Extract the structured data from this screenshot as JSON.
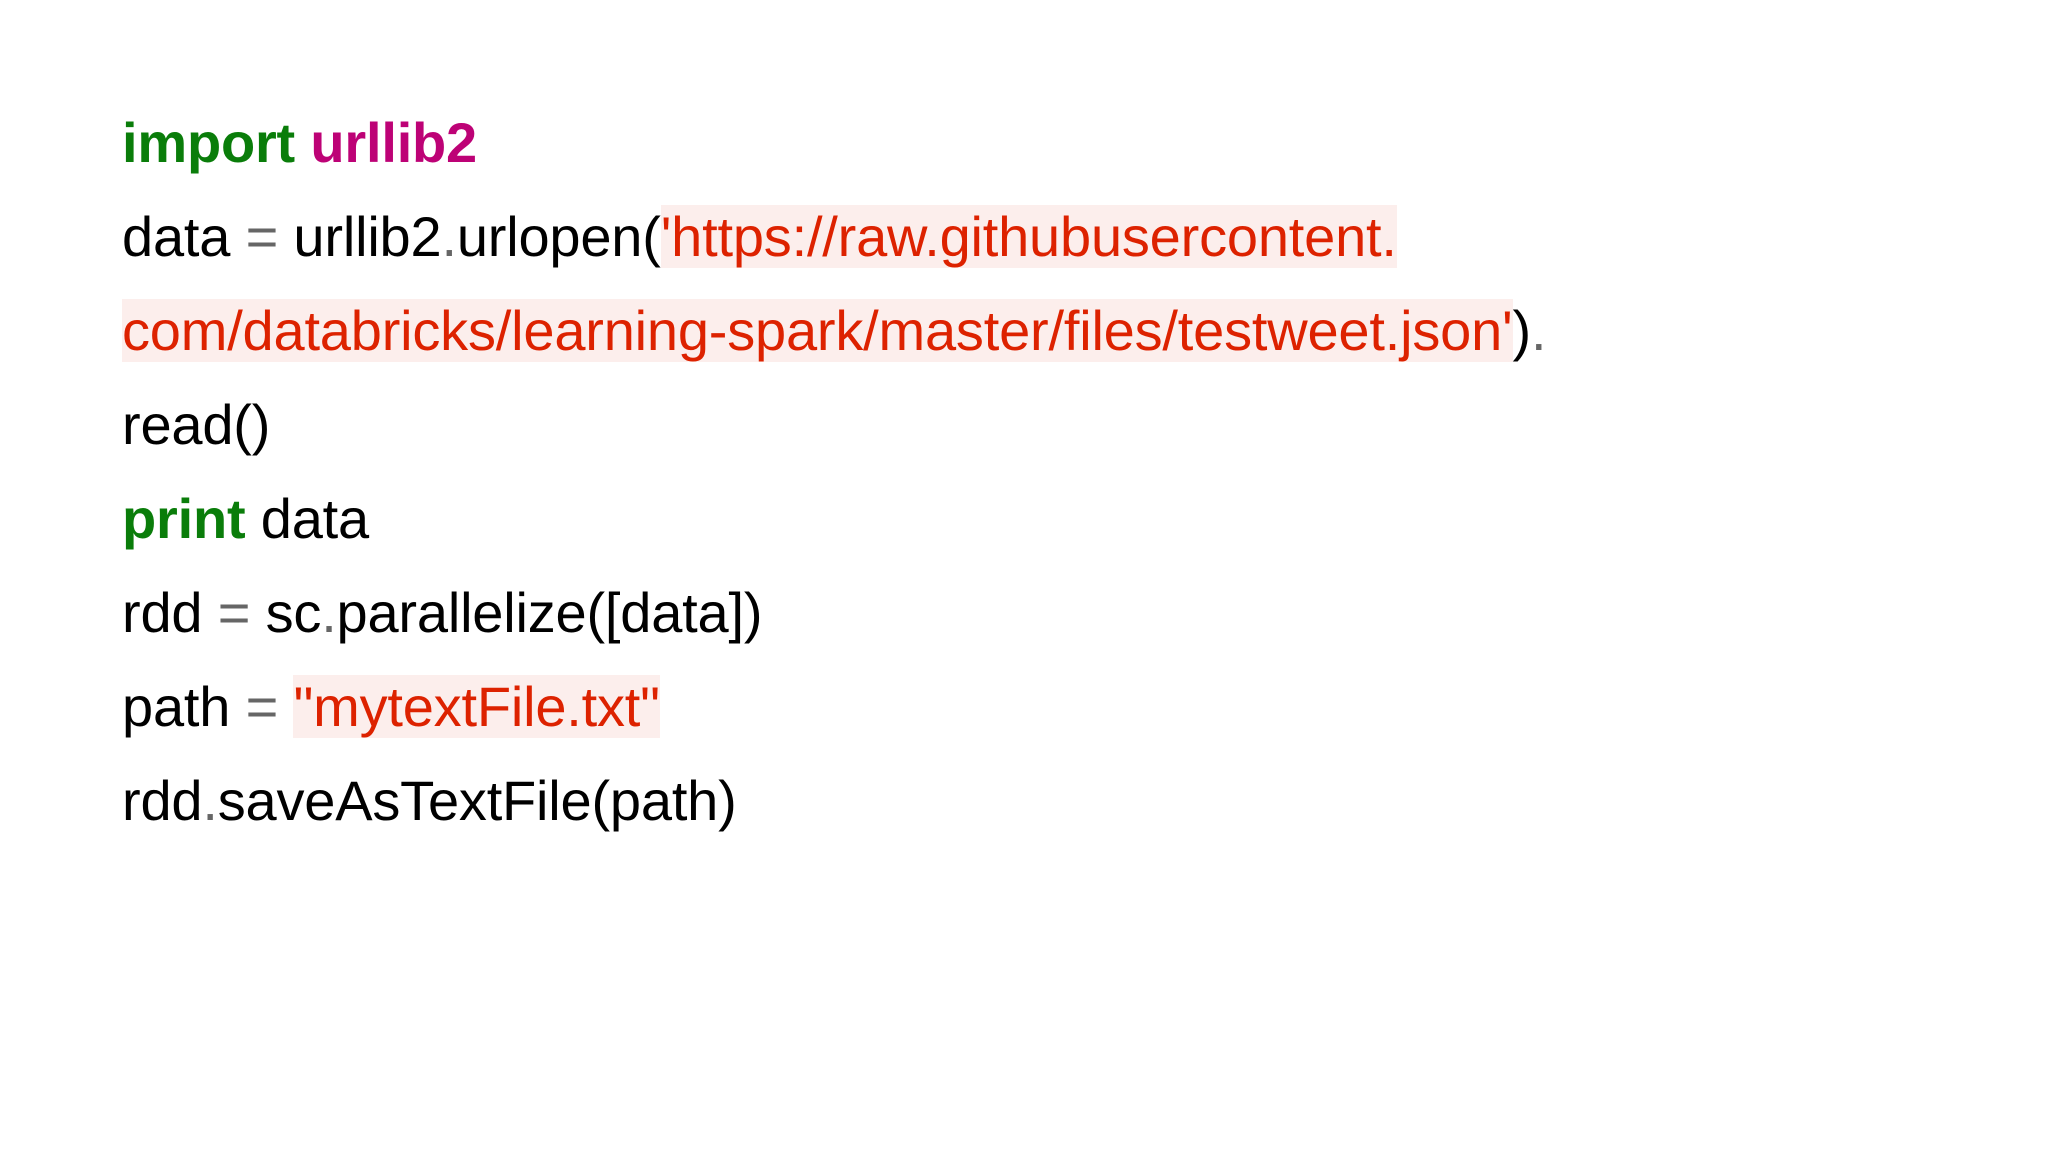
{
  "page": {
    "background_color": "#ffffff",
    "kind": "python-code-snippet",
    "language": "Python 2"
  },
  "colors": {
    "keyword_green": "#0a7d0a",
    "module_magenta": "#bd0276",
    "string_red": "#dd2200",
    "string_highlight_bg": "#fceeec",
    "operator_gray": "#666666",
    "plain_black": "#000000"
  },
  "code": {
    "full_text": "import urllib2\ndata = urllib2.urlopen('https://raw.githubusercontent.com/databricks/learning-spark/master/files/testweet.json').read()\nprint data\nrdd = sc.parallelize([data])\npath = \"mytextFile.txt\"\nrdd.saveAsTextFile(path)",
    "lines": [
      {
        "id": "line-1",
        "tokens": [
          {
            "t": "import",
            "c": "tok-kw"
          },
          {
            "t": " ",
            "c": "tok-plain"
          },
          {
            "t": "urllib2",
            "c": "tok-mod"
          }
        ]
      },
      {
        "id": "line-2",
        "tokens": [
          {
            "t": "data ",
            "c": "tok-plain"
          },
          {
            "t": "=",
            "c": "tok-op"
          },
          {
            "t": " urllib2",
            "c": "tok-plain"
          },
          {
            "t": ".",
            "c": "tok-dot"
          },
          {
            "t": "urlopen(",
            "c": "tok-plain"
          },
          {
            "t": "'https://raw.githubusercontent.",
            "c": "tok-str"
          }
        ]
      },
      {
        "id": "line-3",
        "tokens": [
          {
            "t": "com/databricks/learning-spark/master/files/testweet.json'",
            "c": "tok-str"
          },
          {
            "t": ")",
            "c": "tok-plain"
          },
          {
            "t": ".",
            "c": "tok-dot"
          }
        ]
      },
      {
        "id": "line-4",
        "tokens": [
          {
            "t": "read()",
            "c": "tok-plain"
          }
        ]
      },
      {
        "id": "line-5",
        "tokens": [
          {
            "t": "print",
            "c": "tok-kw"
          },
          {
            "t": " data",
            "c": "tok-plain"
          }
        ]
      },
      {
        "id": "line-6",
        "tokens": [
          {
            "t": "rdd ",
            "c": "tok-plain"
          },
          {
            "t": "=",
            "c": "tok-op"
          },
          {
            "t": " sc",
            "c": "tok-plain"
          },
          {
            "t": ".",
            "c": "tok-dot"
          },
          {
            "t": "parallelize([data])",
            "c": "tok-plain"
          }
        ]
      },
      {
        "id": "line-7",
        "tokens": [
          {
            "t": "path ",
            "c": "tok-plain"
          },
          {
            "t": "=",
            "c": "tok-op"
          },
          {
            "t": " ",
            "c": "tok-plain"
          },
          {
            "t": "\"mytextFile.txt\"",
            "c": "tok-str"
          }
        ]
      },
      {
        "id": "line-8",
        "tokens": [
          {
            "t": "rdd",
            "c": "tok-plain"
          },
          {
            "t": ".",
            "c": "tok-dot"
          },
          {
            "t": "saveAsTextFile(path)",
            "c": "tok-plain"
          }
        ]
      }
    ]
  }
}
